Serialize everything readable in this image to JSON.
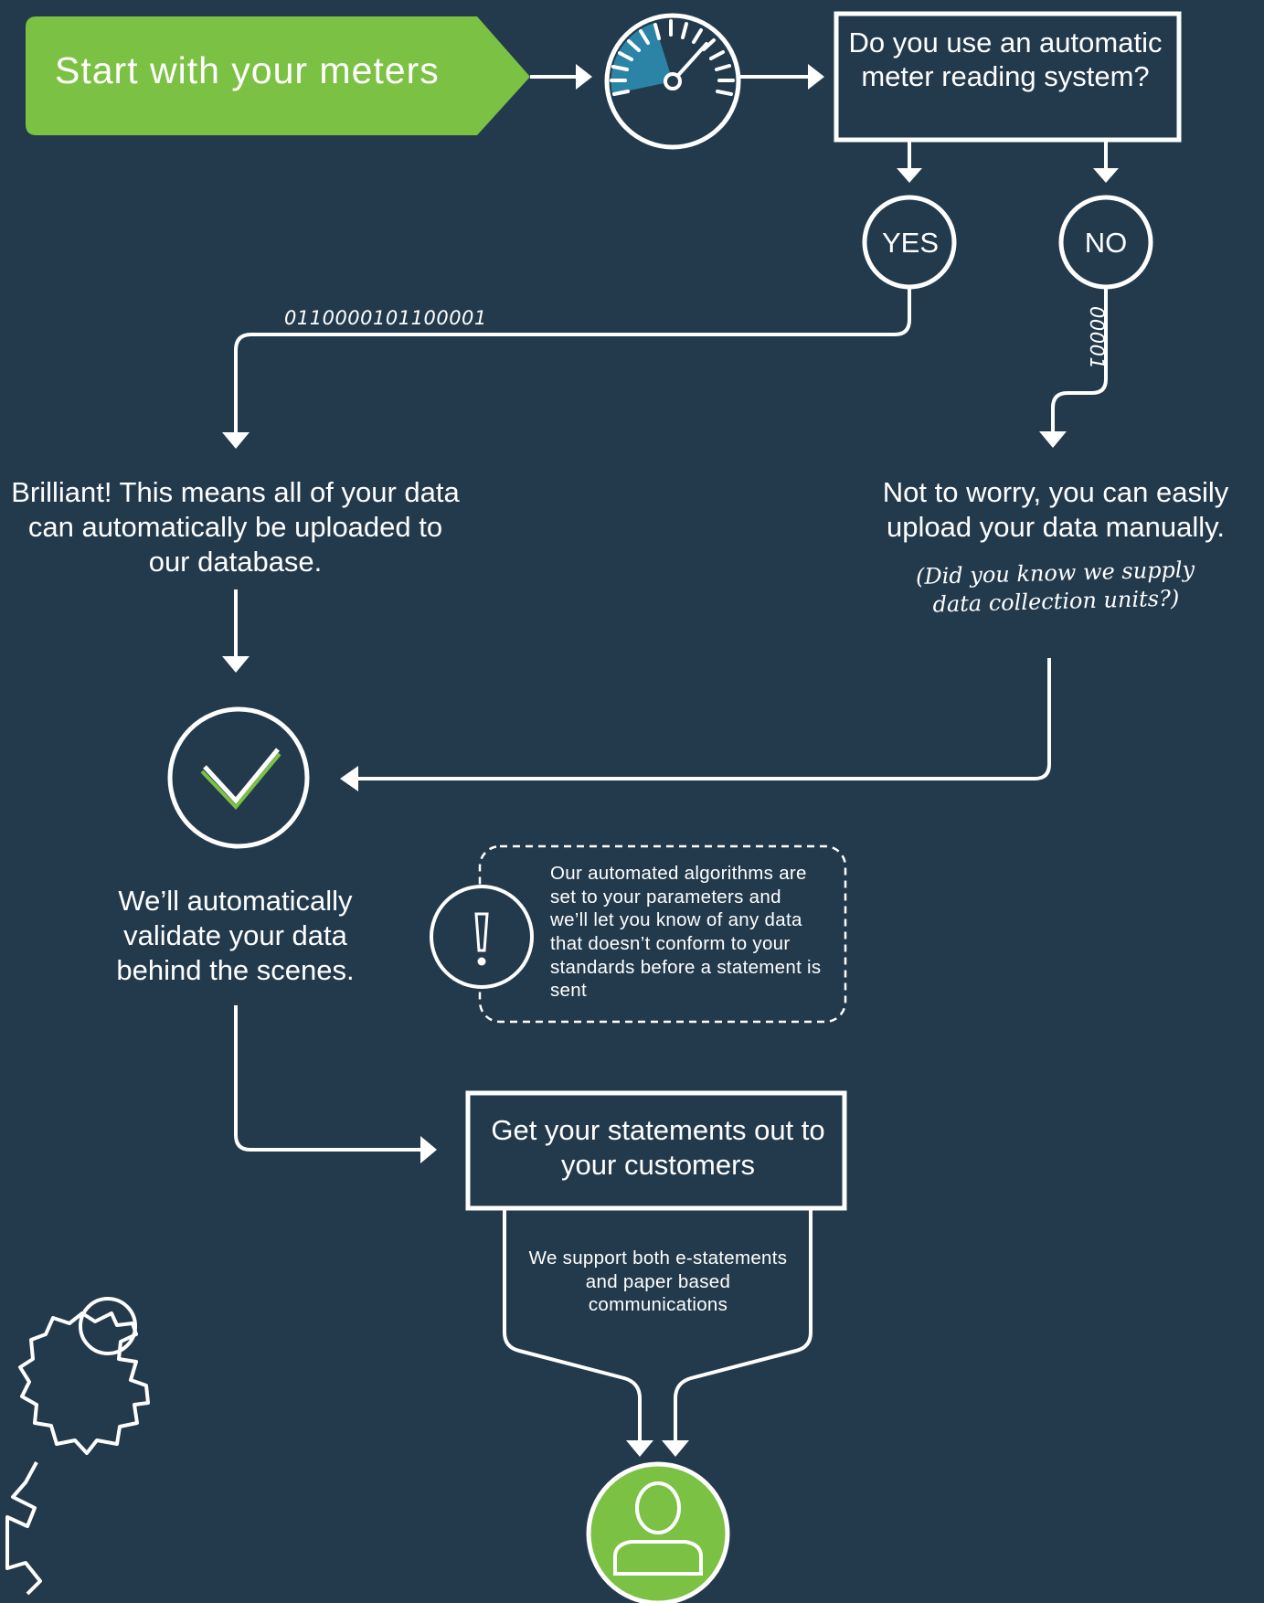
{
  "colors": {
    "background": "#233a4d",
    "accent_green": "#7bc143",
    "gauge_blue": "#2b84a6",
    "line": "#ffffff"
  },
  "start": {
    "label": "Start with your meters"
  },
  "question": {
    "label": "Do you use an automatic meter reading system?"
  },
  "yes": {
    "label": "YES"
  },
  "no": {
    "label": "NO"
  },
  "binary": {
    "yes_path": "0110000101100001",
    "no_path": "00001"
  },
  "yes_branch": {
    "text": "Brilliant! This means all of your data can automatically be uploaded to our database."
  },
  "no_branch": {
    "text": "Not to worry, you can easily upload your data manually.",
    "note": "(Did you know we supply data collection units?)"
  },
  "validate": {
    "text": "We’ll automatically validate your data behind the scenes."
  },
  "algorithms": {
    "text": "Our automated algorithms are set to your parameters and we’ll let you know of any data that doesn’t conform to your standards before a statement is sent"
  },
  "statements": {
    "label": "Get your statements out to your customers",
    "support": "We support both e-statements and paper based communications"
  },
  "icons": [
    "speedometer-icon",
    "checkmark-icon",
    "exclamation-icon",
    "customer-icon",
    "gear-icon"
  ]
}
